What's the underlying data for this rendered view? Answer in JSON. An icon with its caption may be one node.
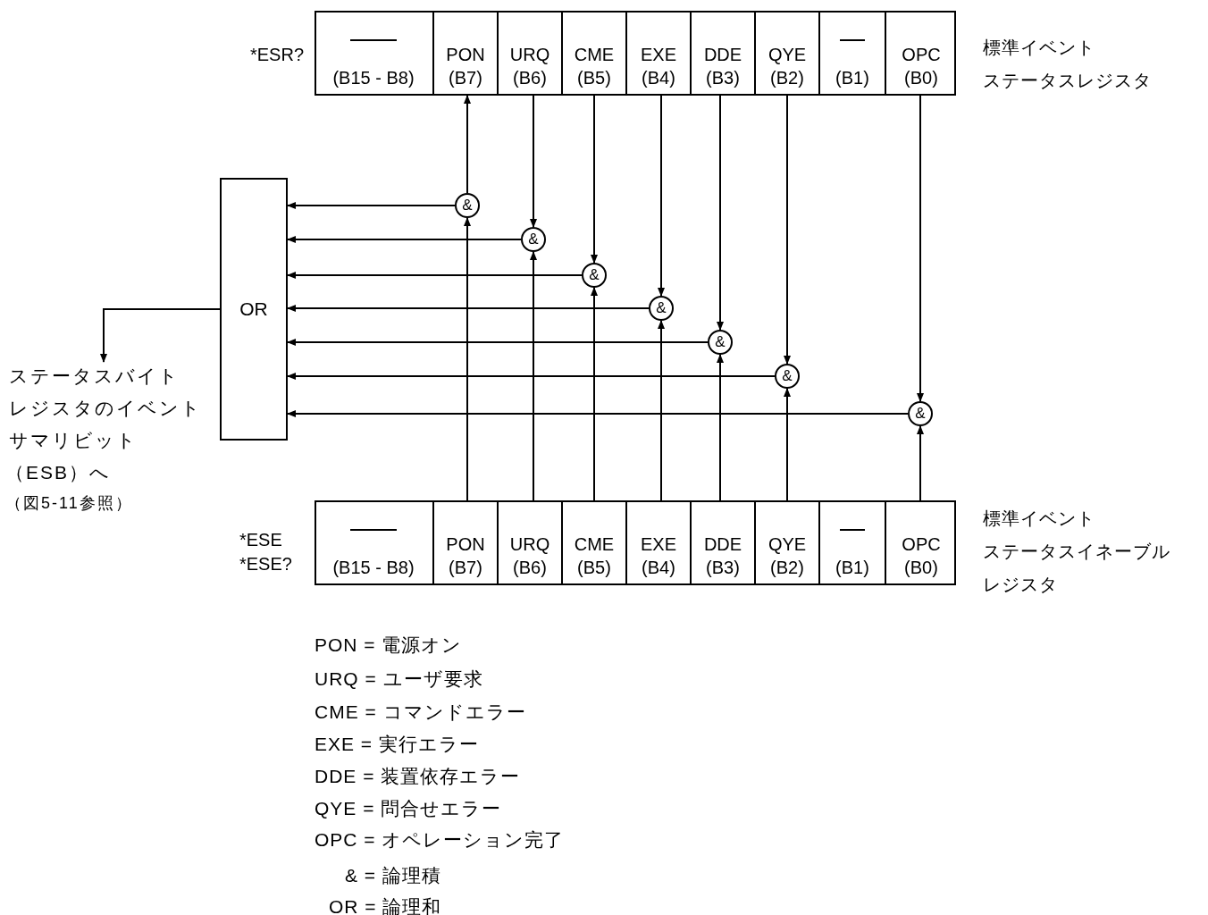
{
  "diagram": {
    "nodes": [
      {
        "text": [],
        "shape": "box",
        "beside": [
          "*ESR?",
          "標準イベント",
          "ステータスレジスタ"
        ]
      },
      {
        "text": [
          "(B15 - B8)"
        ],
        "in": 0
      },
      {
        "text": [
          "PON",
          "(B7)"
        ],
        "in": 0
      },
      {
        "text": [
          "URQ",
          "(B6)"
        ],
        "in": 0
      },
      {
        "text": [
          "CME",
          "(B5)"
        ],
        "in": 0
      },
      {
        "text": [
          "EXE",
          "(B4)"
        ],
        "in": 0
      },
      {
        "text": [
          "DDE",
          "(B3)"
        ],
        "in": 0
      },
      {
        "text": [
          "QYE",
          "(B2)"
        ],
        "in": 0
      },
      {
        "text": [
          "(B1)"
        ],
        "in": 0
      },
      {
        "text": [
          "OPC",
          "(B0)"
        ],
        "in": 0
      },
      {
        "text": [],
        "shape": "box",
        "beside": [
          "*ESE",
          "*ESE?",
          "標準イベント",
          "ステータスイネーブル",
          "レジスタ"
        ]
      },
      {
        "text": [
          "(B15 - B8)"
        ],
        "in": 10
      },
      {
        "text": [
          "PON",
          "(B7)"
        ],
        "in": 10
      },
      {
        "text": [
          "URQ",
          "(B6)"
        ],
        "in": 10
      },
      {
        "text": [
          "CME",
          "(B5)"
        ],
        "in": 10
      },
      {
        "text": [
          "EXE",
          "(B4)"
        ],
        "in": 10
      },
      {
        "text": [
          "DDE",
          "(B3)"
        ],
        "in": 10
      },
      {
        "text": [
          "QYE",
          "(B2)"
        ],
        "in": 10
      },
      {
        "text": [
          "(B1)"
        ],
        "in": 10
      },
      {
        "text": [
          "OPC",
          "(B0)"
        ],
        "in": 10
      },
      {
        "text": [
          "OR"
        ]
      },
      {
        "text": [
          "&"
        ]
      },
      {
        "text": [
          "&"
        ]
      },
      {
        "text": [
          "&"
        ]
      },
      {
        "text": [
          "&"
        ]
      },
      {
        "text": [
          "&"
        ]
      },
      {
        "text": [
          "&"
        ]
      },
      {
        "text": [
          "&"
        ]
      },
      {
        "text": [
          "ステータスバイト",
          "レジスタのイベント",
          "サマリビット",
          "（ESB）へ",
          "（図5-11参照）"
        ]
      }
    ],
    "edges": [
      {
        "from": 21,
        "to": 2,
        "arrow": "to"
      },
      {
        "from": 12,
        "to": 21,
        "arrow": "to"
      },
      {
        "from": 21,
        "to": 20,
        "arrow": "to"
      },
      {
        "from": 3,
        "to": 22,
        "arrow": "to"
      },
      {
        "from": 13,
        "to": 22,
        "arrow": "to"
      },
      {
        "from": 22,
        "to": 20,
        "arrow": "to"
      },
      {
        "from": 4,
        "to": 23,
        "arrow": "to"
      },
      {
        "from": 14,
        "to": 23,
        "arrow": "to"
      },
      {
        "from": 23,
        "to": 20,
        "arrow": "to"
      },
      {
        "from": 5,
        "to": 24,
        "arrow": "to"
      },
      {
        "from": 15,
        "to": 24,
        "arrow": "to"
      },
      {
        "from": 24,
        "to": 20,
        "arrow": "to"
      },
      {
        "from": 6,
        "to": 25,
        "arrow": "to"
      },
      {
        "from": 16,
        "to": 25,
        "arrow": "to"
      },
      {
        "from": 25,
        "to": 20,
        "arrow": "to"
      },
      {
        "from": 7,
        "to": 26,
        "arrow": "to"
      },
      {
        "from": 17,
        "to": 26,
        "arrow": "to"
      },
      {
        "from": 26,
        "to": 20,
        "arrow": "to"
      },
      {
        "from": 9,
        "to": 27,
        "arrow": "to"
      },
      {
        "from": 19,
        "to": 27,
        "arrow": "to"
      },
      {
        "from": 27,
        "to": 20,
        "arrow": "to"
      },
      {
        "from": 20,
        "to": 28,
        "arrow": "to"
      }
    ],
    "labels": [
      "PON = 電源オン",
      "URQ = ユーザ要求",
      "CME = コマンドエラー",
      "EXE = 実行エラー",
      "DDE = 装置依存エラー",
      "QYE = 問合せエラー",
      "OPC = オペレーション完了",
      "& = 論理積",
      "OR = 論理和"
    ]
  }
}
